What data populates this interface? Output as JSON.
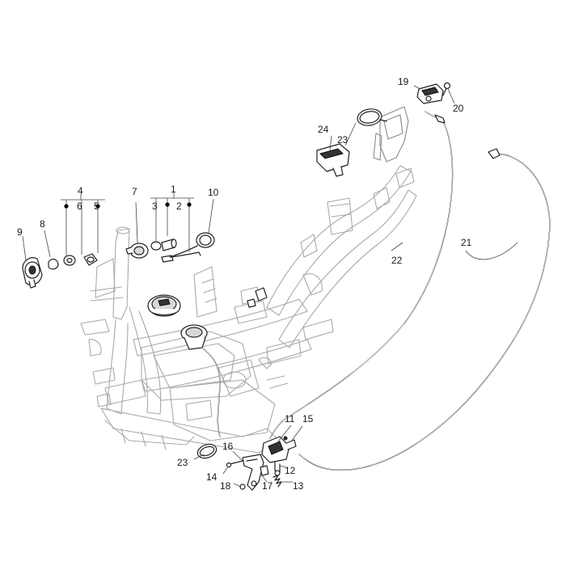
{
  "diagram": {
    "callouts": [
      {
        "id": "c1",
        "text": "1"
      },
      {
        "id": "c2",
        "text": "2"
      },
      {
        "id": "c3",
        "text": "3"
      },
      {
        "id": "c4",
        "text": "4"
      },
      {
        "id": "c5",
        "text": "5"
      },
      {
        "id": "c6",
        "text": "6"
      },
      {
        "id": "c7",
        "text": "7"
      },
      {
        "id": "c8",
        "text": "8"
      },
      {
        "id": "c9",
        "text": "9"
      },
      {
        "id": "c10",
        "text": "10"
      },
      {
        "id": "c11",
        "text": "11"
      },
      {
        "id": "c12",
        "text": "12"
      },
      {
        "id": "c13",
        "text": "13"
      },
      {
        "id": "c14",
        "text": "14"
      },
      {
        "id": "c15",
        "text": "15"
      },
      {
        "id": "c16",
        "text": "16"
      },
      {
        "id": "c17",
        "text": "17"
      },
      {
        "id": "c18",
        "text": "18"
      },
      {
        "id": "c19",
        "text": "19"
      },
      {
        "id": "c20",
        "text": "20"
      },
      {
        "id": "c21",
        "text": "21"
      },
      {
        "id": "c22",
        "text": "22"
      },
      {
        "id": "c23a",
        "text": "23"
      },
      {
        "id": "c23b",
        "text": "23"
      },
      {
        "id": "c24",
        "text": "24"
      }
    ]
  }
}
